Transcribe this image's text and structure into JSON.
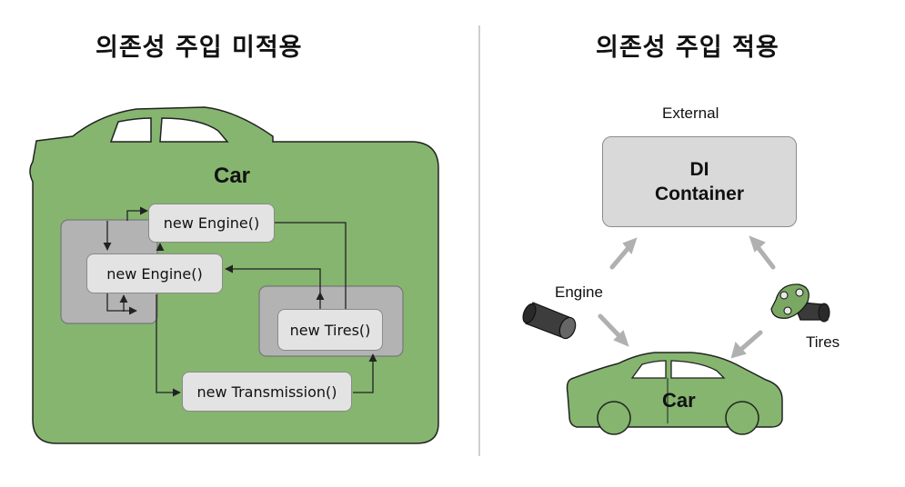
{
  "left_panel": {
    "title": "의존성 주입 미적용",
    "car_label": "Car",
    "nodes": {
      "engine_top": "new Engine()",
      "engine_mid": "new Engine()",
      "tires": "new Tires()",
      "transmission": "new Transmission()"
    }
  },
  "right_panel": {
    "title": "의존성 주입 적용",
    "external_label": "External",
    "container_line1": "DI",
    "container_line2": "Container",
    "engine_label": "Engine",
    "tires_label": "Tires",
    "car_label": "Car"
  },
  "colors": {
    "car_green": "#85b56f",
    "car_outline": "#222222",
    "group_gray": "#b3b3b3",
    "node_gray": "#e3e3e3",
    "arrow_gray": "#b0b0b0"
  }
}
